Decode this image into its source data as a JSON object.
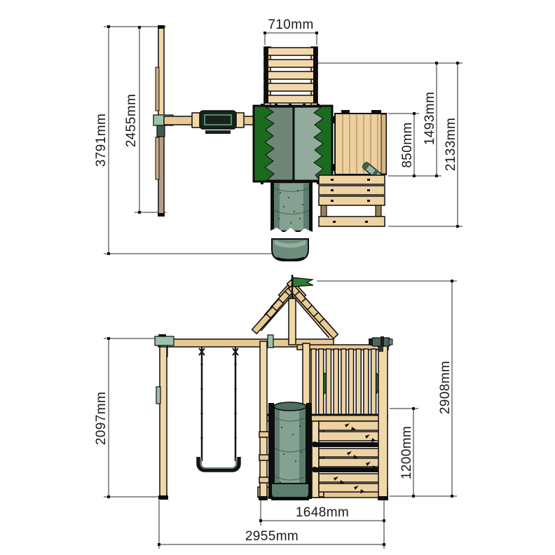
{
  "drawing": {
    "type": "technical-dimension-diagram",
    "subject": "wooden play tower with swing arm, tube slide, palisade deck, climbing wall and steps",
    "views": {
      "top": {
        "label": "plan-view",
        "dimensions": {
          "ladder_width": "710mm",
          "overall_depth": "3791mm",
          "swing_beam_depth": "2455mm",
          "deck_depth": "850mm",
          "tower_deck_depth": "1493mm",
          "tower_steps_depth": "2133mm"
        }
      },
      "front": {
        "label": "front-view",
        "dimensions": {
          "swing_frame_height": "2097mm",
          "overall_height": "2908mm",
          "climbing_wall_height": "1200mm",
          "tower_base_width": "1648mm",
          "overall_width": "2955mm"
        }
      }
    },
    "colors": {
      "background": "#ffffff",
      "outline": "#0d0d0d",
      "wood_light": "#f2d8a8",
      "wood_mid": "#e8c894",
      "wood_leg": "#9c8054",
      "canopy_left": "#6f8577",
      "canopy_right": "#93ab9d",
      "canopy_trim": "#1b6b1f",
      "bracket_green": "#9cc2ac",
      "slide_green_dark": "#5d7d6f",
      "slide_green_light": "#84a191",
      "flag_green": "#2e7d32",
      "dim_text": "#1a1a1a"
    }
  }
}
